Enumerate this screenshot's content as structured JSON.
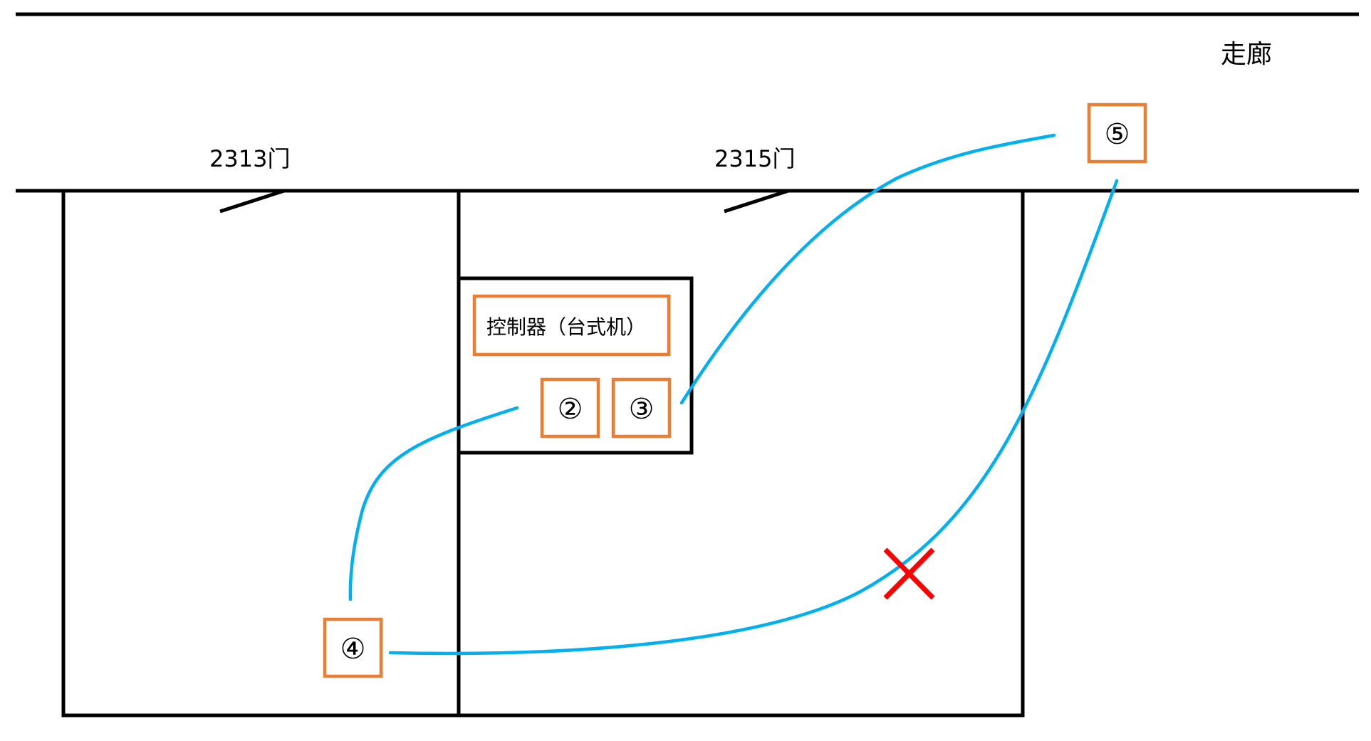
{
  "corridor": {
    "label": "走廊"
  },
  "rooms": [
    {
      "id": "room-2313",
      "door_label": "2313门"
    },
    {
      "id": "room-2315",
      "door_label": "2315门"
    }
  ],
  "controller": {
    "label": "控制器（台式机）"
  },
  "nodes": [
    {
      "id": "node-2",
      "label": "②"
    },
    {
      "id": "node-3",
      "label": "③"
    },
    {
      "id": "node-4",
      "label": "④"
    },
    {
      "id": "node-5",
      "label": "⑤"
    }
  ],
  "links": [
    {
      "from": "node-2",
      "to": "node-4",
      "status": "ok"
    },
    {
      "from": "node-3",
      "to": "node-5",
      "status": "ok"
    },
    {
      "from": "node-5",
      "to": "node-4",
      "status": "blocked"
    }
  ],
  "colors": {
    "wall": "#000000",
    "node_border": "#ED7D31",
    "link": "#00B0F0",
    "blocked_mark": "#FF0000"
  }
}
